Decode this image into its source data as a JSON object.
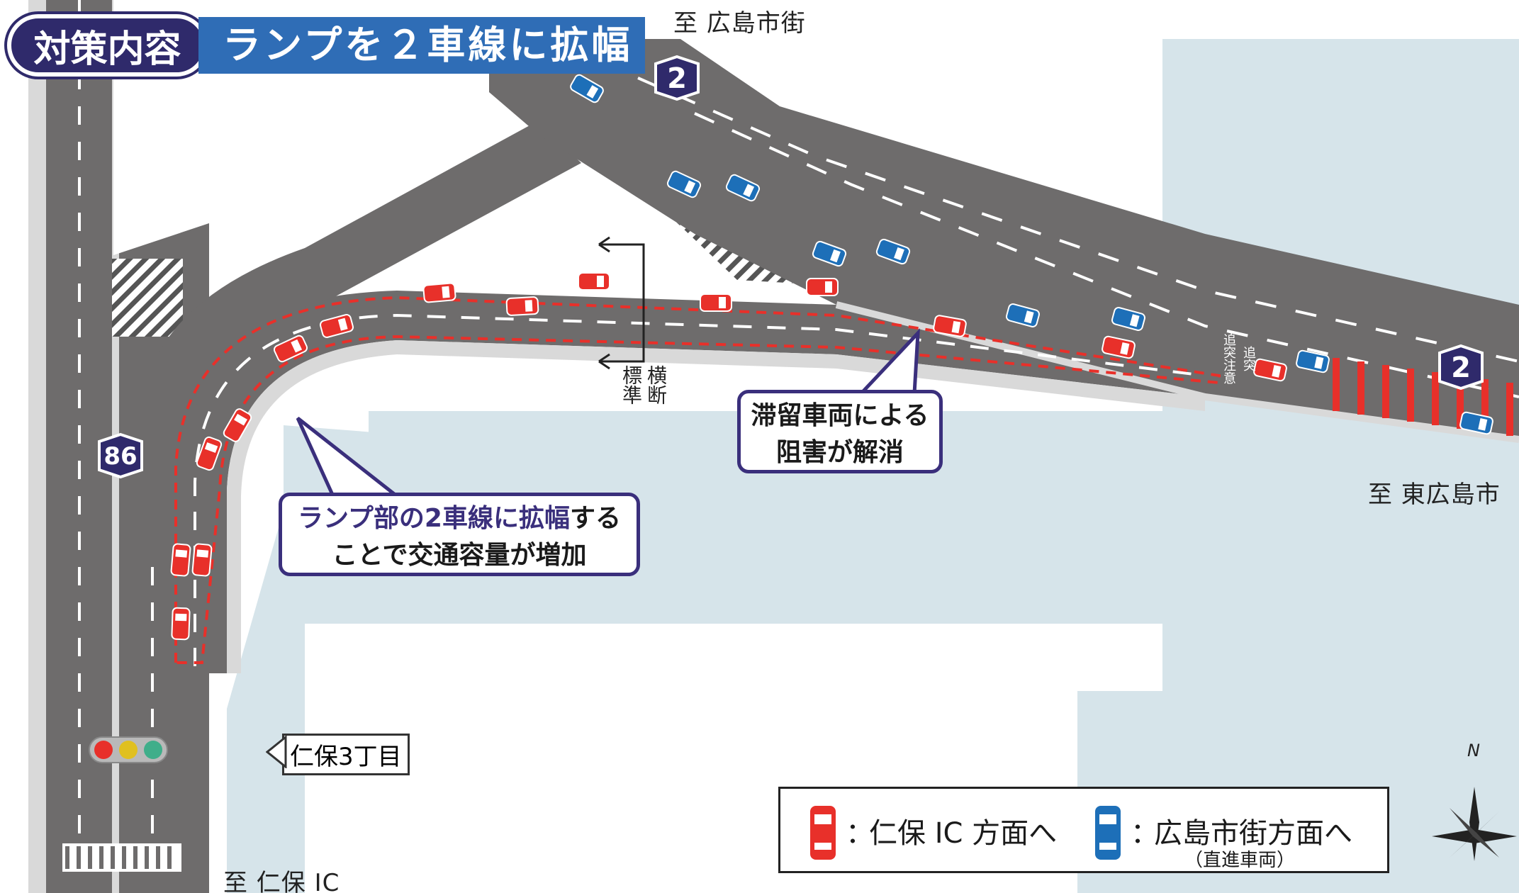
{
  "title": {
    "tag": "対策内容",
    "text": "ランプを２車線に拡幅"
  },
  "destinations": {
    "top": "至 広島市街",
    "right": "至 東広島市",
    "bottom": "至 仁保 IC"
  },
  "route_shields": {
    "top": "2",
    "right": "2",
    "left": "86"
  },
  "section_label": {
    "line1": "標準",
    "line2": "横断"
  },
  "callout_right": {
    "line1": "滞留車両による",
    "line2": "阻害が解消"
  },
  "callout_left": {
    "line1_highlight": "ランプ部の2車線に拡幅",
    "line1_rest": "する",
    "line2": "ことで交通容量が増加"
  },
  "intersection_sign": "仁保3丁目",
  "road_marking": {
    "line1": "追突注意",
    "line2": "追突"
  },
  "legend": {
    "red_label": "仁保 IC 方面へ",
    "blue_label": "広島市街方面へ",
    "blue_sub": "（直進車両）",
    "colon": "：",
    "red_color": "#e8302a",
    "blue_color": "#1d6fb8"
  },
  "compass": "N",
  "colors": {
    "road": "#6e6c6c",
    "water": "#d6e4ea",
    "land": "#ffffff",
    "sidewalk": "#d9d9d9",
    "title_purple": "#2f2a6b",
    "title_blue": "#2f6db6"
  }
}
